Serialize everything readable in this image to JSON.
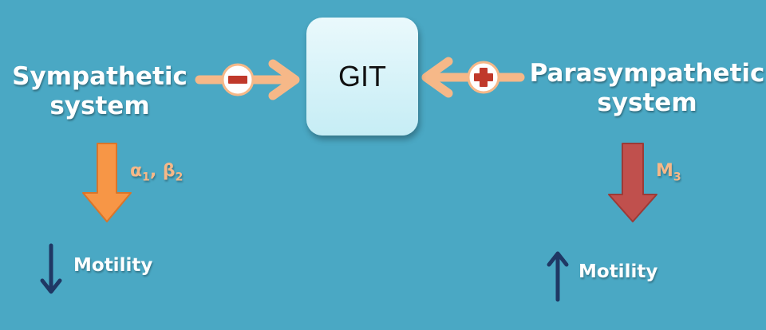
{
  "diagram": {
    "center": {
      "label": "GIT"
    },
    "left": {
      "system_line1": "Sympathetic",
      "system_line2": "system",
      "effect_sign": "minus",
      "receptor_a": "α",
      "receptor_a_sub": "1",
      "receptor_sep": ", ",
      "receptor_b": "β",
      "receptor_b_sub": "2",
      "outcome_direction": "down",
      "outcome": "Motility"
    },
    "right": {
      "system_line1": "Parasympathetic",
      "system_line2": "system",
      "effect_sign": "plus",
      "receptor": "M",
      "receptor_sub": "3",
      "outcome_direction": "up",
      "outcome": "Motility"
    },
    "colors": {
      "background": "#4aa8c4",
      "connector_arrow": "#f6b888",
      "symbol_red": "#c0392b",
      "sympathetic_arrow": "#f79646",
      "parasympathetic_arrow": "#c0504d",
      "motility_arrow": "#1f3864"
    },
    "icons": [
      "minus-icon",
      "plus-icon",
      "arrow-down-icon",
      "arrow-up-icon"
    ]
  }
}
